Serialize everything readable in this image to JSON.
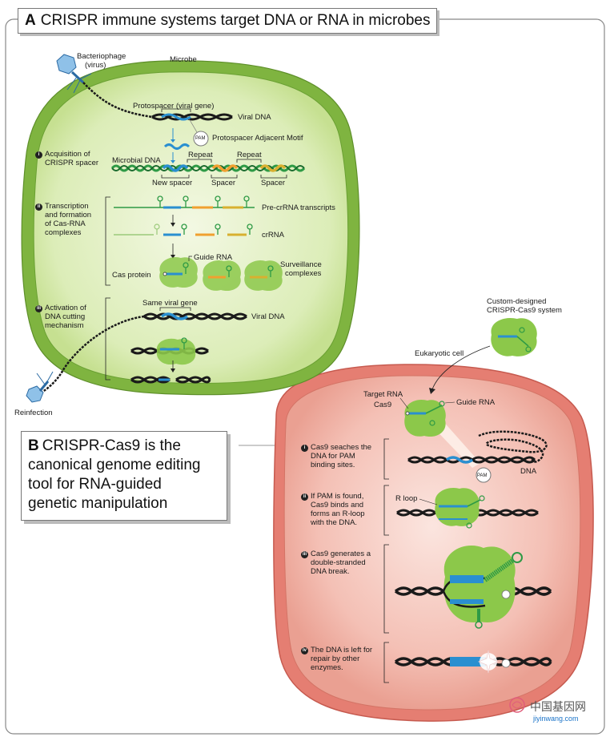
{
  "panel_a": {
    "letter": "A",
    "title": "CRISPR immune systems target DNA or RNA in microbes",
    "bacteriophage": "Bacteriophage",
    "bacteriophage_sub": "(virus)",
    "microbe": "Microbe",
    "reinfection": "Reinfection",
    "protospacer": "Protospacer (viral gene)",
    "viral_dna": "Viral DNA",
    "pam": "PAM",
    "pam_full": "Protospacer Adjacent Motif",
    "microbial_dna": "Microbial DNA",
    "repeat1": "Repeat",
    "repeat2": "Repeat",
    "new_spacer": "New spacer",
    "spacer1": "Spacer",
    "spacer2": "Spacer",
    "pre_crrna": "Pre-crRNA transcripts",
    "crrna": "crRNA",
    "guide_rna": "Guide RNA",
    "cas_protein": "Cas protein",
    "surveillance_1": "Surveillance",
    "surveillance_2": "complexes",
    "same_viral_gene": "Same viral gene",
    "viral_dna_2": "Viral DNA",
    "steps": [
      {
        "num": "i",
        "l1": "Acquisition of",
        "l2": "CRISPR spacer",
        "l3": "",
        "l4": ""
      },
      {
        "num": "ii",
        "l1": "Transcription",
        "l2": "and formation",
        "l3": "of Cas-RNA",
        "l4": "complexes"
      },
      {
        "num": "iii",
        "l1": "Activation of",
        "l2": "DNA cutting",
        "l3": "mechanism",
        "l4": ""
      }
    ]
  },
  "panel_b": {
    "letter": "B",
    "title_l1": "CRISPR-Cas9 is the",
    "title_l2": "canonical genome editing",
    "title_l3": "tool for RNA-guided",
    "title_l4": "genetic manipulation",
    "custom_l1": "Custom-designed",
    "custom_l2": "CRISPR-Cas9 system",
    "eukaryotic": "Eukaryotic cell",
    "target_rna": "Target RNA",
    "cas9": "Cas9",
    "guide_rna": "Guide RNA",
    "pam": "PAM",
    "dna": "DNA",
    "r_loop": "R loop",
    "steps": [
      {
        "num": "i",
        "l1": "Cas9 seaches the",
        "l2": "DNA for PAM",
        "l3": "binding sites.",
        "l4": ""
      },
      {
        "num": "ii",
        "l1": "If PAM is found,",
        "l2": "Cas9 binds and",
        "l3": "forms an R-loop",
        "l4": "with the DNA."
      },
      {
        "num": "iii",
        "l1": "Cas9 generates a",
        "l2": "double-stranded",
        "l3": "DNA break.",
        "l4": ""
      },
      {
        "num": "iv",
        "l1": "The DNA is left for",
        "l2": "repair by other",
        "l3": "enzymes.",
        "l4": ""
      }
    ]
  },
  "watermark": {
    "cn": "中国基因网",
    "url": "jiyinwang.com"
  },
  "colors": {
    "microbe_fill": "#cfe6a2",
    "microbe_border": "#7cb342",
    "cell_fill": "#f4b8ad",
    "cell_border": "#d9695c",
    "dna_blue": "#2a8fd0",
    "spacer_orange": "#f0a030",
    "spacer_yellow": "#d8b030",
    "repeat_green": "#2e9a45",
    "protein_green": "#8cc84a"
  }
}
